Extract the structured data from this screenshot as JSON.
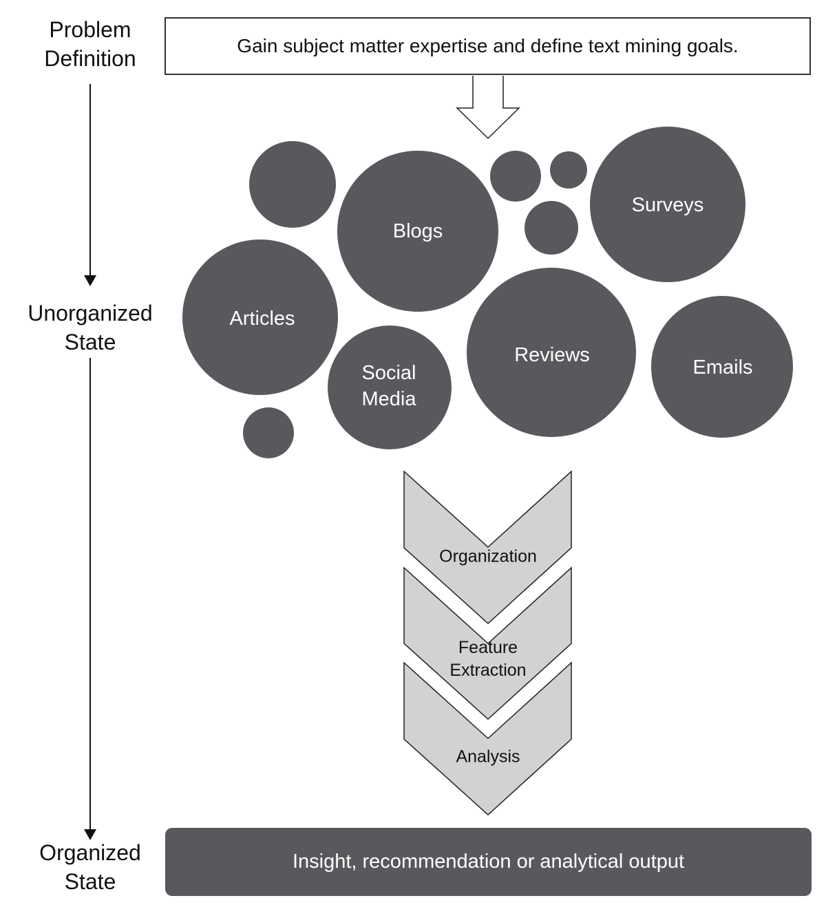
{
  "stages": {
    "problem_definition": [
      "Problem",
      "Definition"
    ],
    "unorganized_state": [
      "Unorganized",
      "State"
    ],
    "organized_state": [
      "Organized",
      "State"
    ]
  },
  "goal_box": {
    "text": "Gain subject matter expertise and define text mining goals."
  },
  "sources": [
    {
      "label": [
        "Blogs"
      ]
    },
    {
      "label": [
        "Surveys"
      ]
    },
    {
      "label": [
        "Articles"
      ]
    },
    {
      "label": [
        "Social",
        "Media"
      ]
    },
    {
      "label": [
        "Reviews"
      ]
    },
    {
      "label": [
        "Emails"
      ]
    }
  ],
  "unlabeled_bubble_count": 5,
  "process_steps": [
    {
      "label": [
        "Organization"
      ]
    },
    {
      "label": [
        "Feature",
        "Extraction"
      ]
    },
    {
      "label": [
        "Analysis"
      ]
    }
  ],
  "output_box": {
    "text": "Insight, recommendation or analytical output"
  },
  "colors": {
    "bubble": "#58595c",
    "chevron_fill": "#d1d2d4",
    "outline": "#231f20",
    "output_box": "#58595c"
  }
}
